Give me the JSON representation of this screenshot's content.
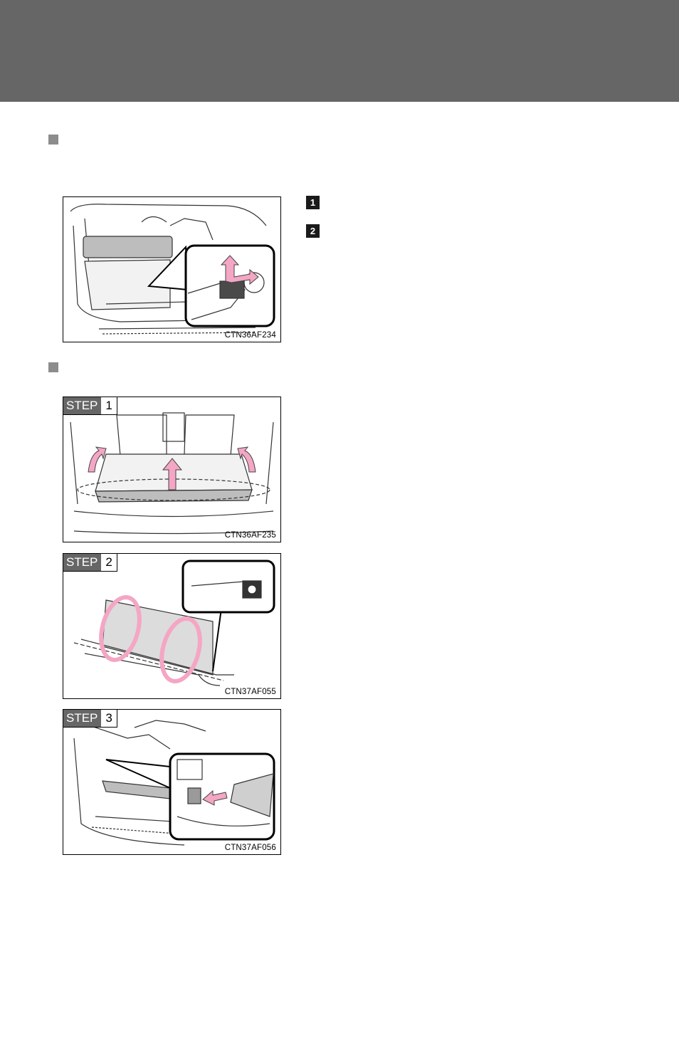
{
  "figures": [
    {
      "code": "CTN36AF234"
    },
    {
      "code": "CTN36AF235",
      "step_word": "STEP",
      "step_number": "1"
    },
    {
      "code": "CTN37AF055",
      "step_word": "STEP",
      "step_number": "2"
    },
    {
      "code": "CTN37AF056",
      "step_word": "STEP",
      "step_number": "3"
    }
  ],
  "steps_badges": [
    "1",
    "2"
  ],
  "colors": {
    "header": "#666666",
    "arrow_pink": "#f4a6c4",
    "marker": "#8c8c8c"
  }
}
